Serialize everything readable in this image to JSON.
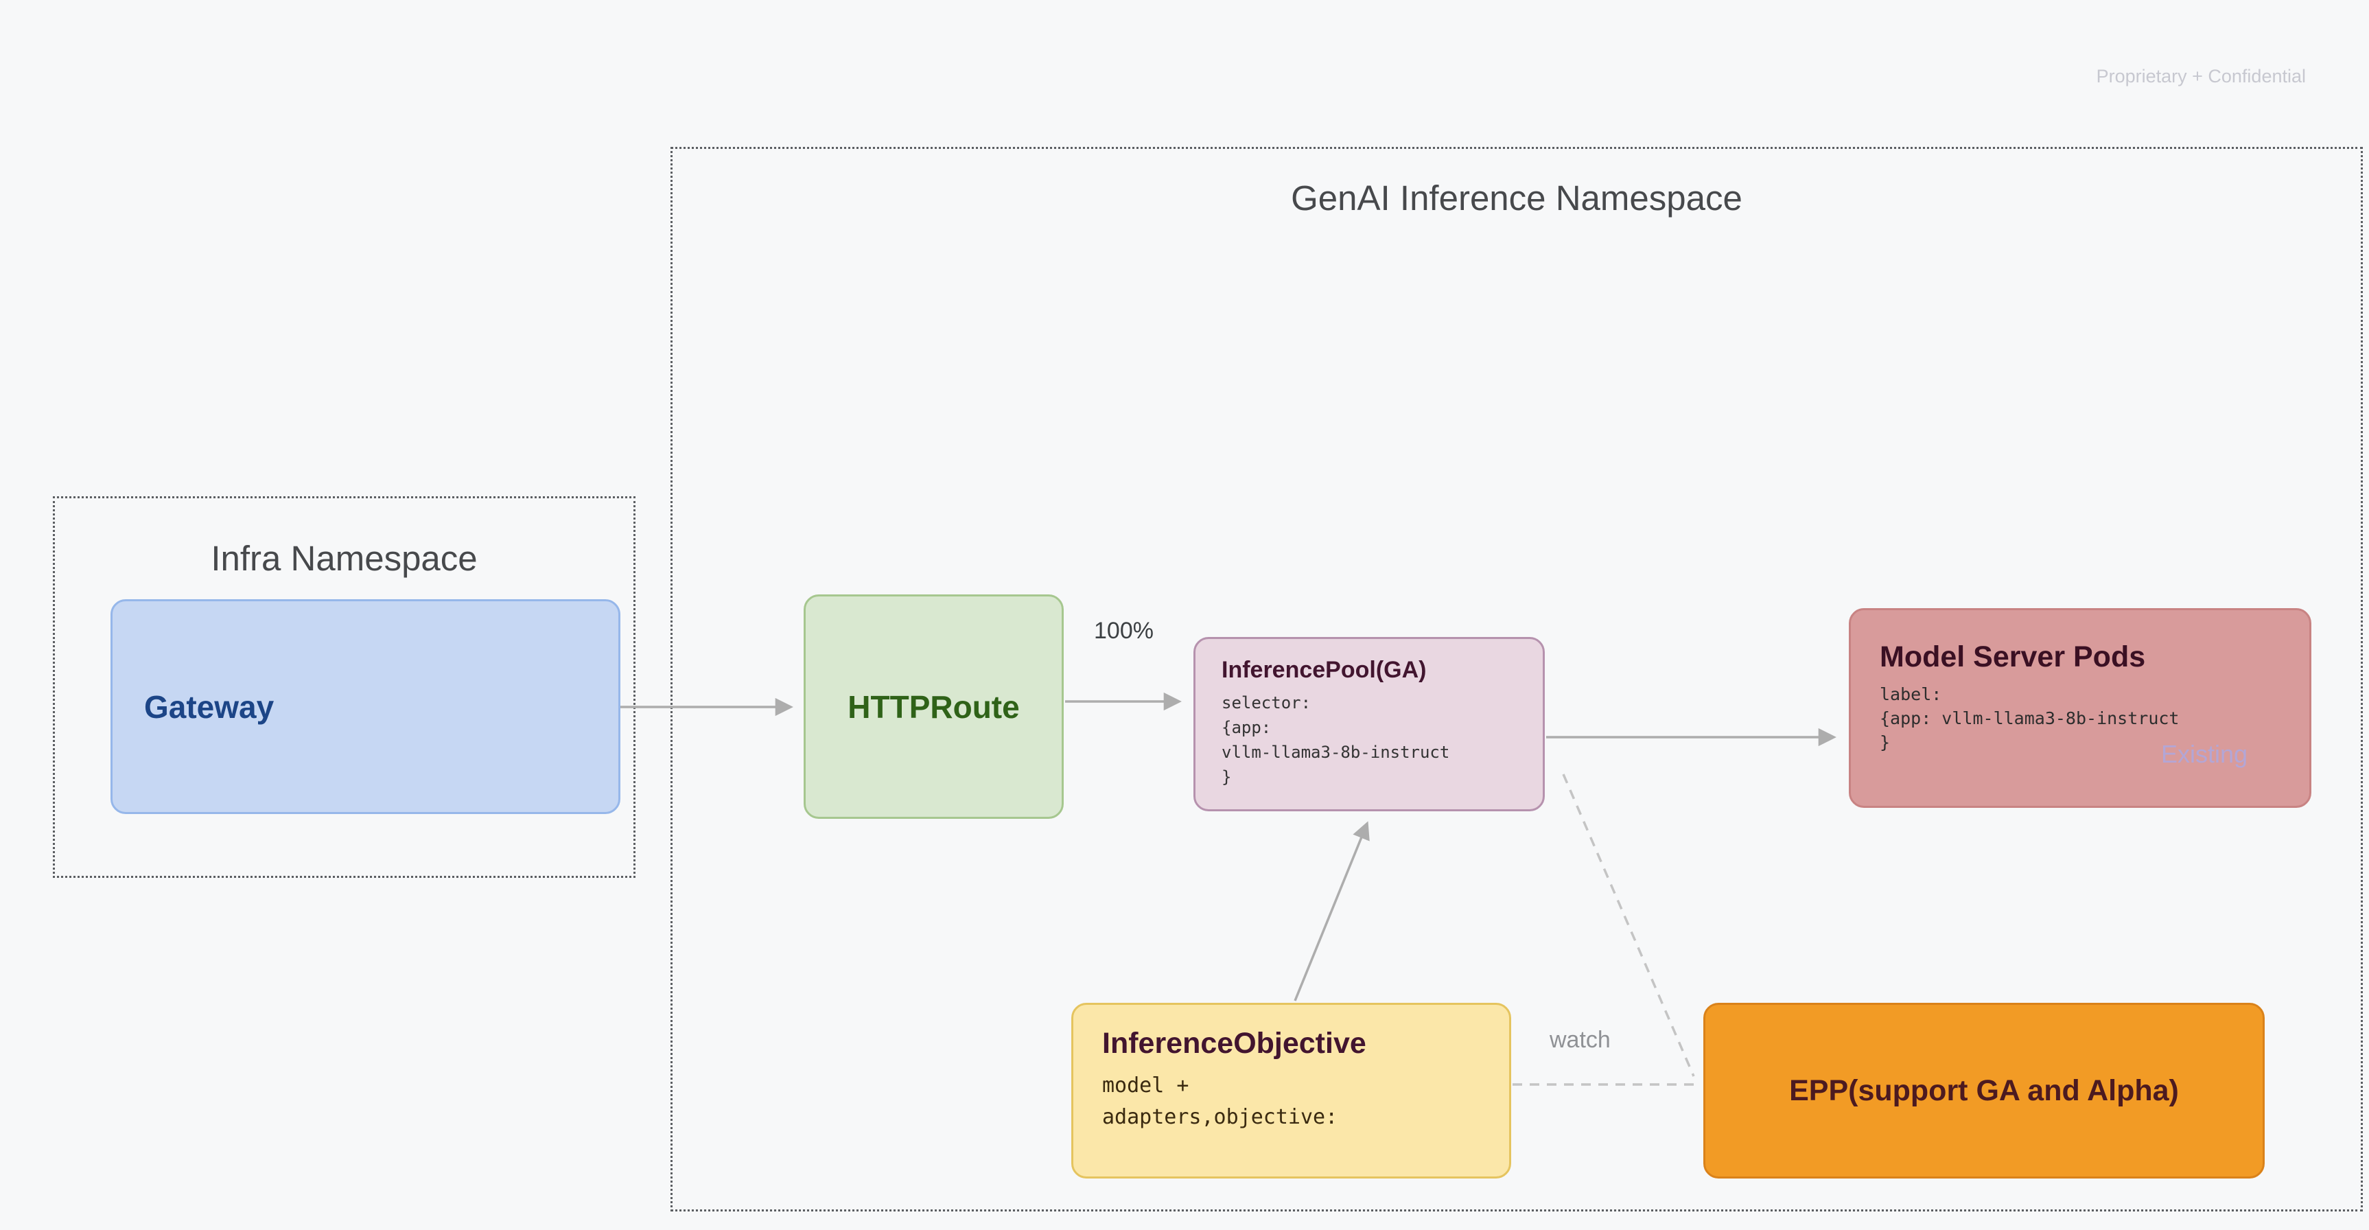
{
  "slide": {
    "watermark": "Proprietary + Confidential"
  },
  "namespaces": {
    "infra": {
      "title": "Infra Namespace"
    },
    "genai": {
      "title": "GenAI Inference Namespace"
    }
  },
  "nodes": {
    "gateway": {
      "label": "Gateway"
    },
    "httproute": {
      "label": "HTTPRoute"
    },
    "inference_pool": {
      "title": "InferencePool(GA)",
      "code": "selector:\n{app:\nvllm-llama3-8b-instruct\n}"
    },
    "model_server_pods": {
      "title": "Model Server Pods",
      "code": "label:\n{app: vllm-llama3-8b-instruct\n}",
      "status": "Existing"
    },
    "inference_objective": {
      "title": "InferenceObjective",
      "code": "model +\nadapters,objective:"
    },
    "epp": {
      "label": "EPP(support GA and Alpha)"
    }
  },
  "edges": {
    "httproute_to_pool_label": "100%",
    "objective_to_epp_label": "watch"
  },
  "colors": {
    "background": "#f7f8f9",
    "watermark_text": "#c7c8d0",
    "dotted_border": "#5b5e62",
    "namespace_text": "#47494c",
    "gateway_fill": "#c6d7f3",
    "gateway_border": "#96b7ea",
    "gateway_text": "#1c4587",
    "httproute_fill": "#d9e8d0",
    "httproute_border": "#a6c78f",
    "httproute_text": "#2f6218",
    "pool_fill": "#e9d7e1",
    "pool_border": "#b692ae",
    "pool_text": "#42152f",
    "pods_fill": "#d89b9b",
    "pods_border": "#c88383",
    "pods_text": "#3a1023",
    "existing_text": "#b3a6d6",
    "objective_fill": "#fbe7a9",
    "objective_border": "#e5c45f",
    "objective_text": "#42152f",
    "epp_fill": "#f29b25",
    "epp_border": "#da821a",
    "epp_text": "#4c1a20",
    "arrow": "#adadad",
    "code_text": "#333333",
    "edge_label_text": "#3c4043",
    "watch_text": "#8f9195"
  }
}
